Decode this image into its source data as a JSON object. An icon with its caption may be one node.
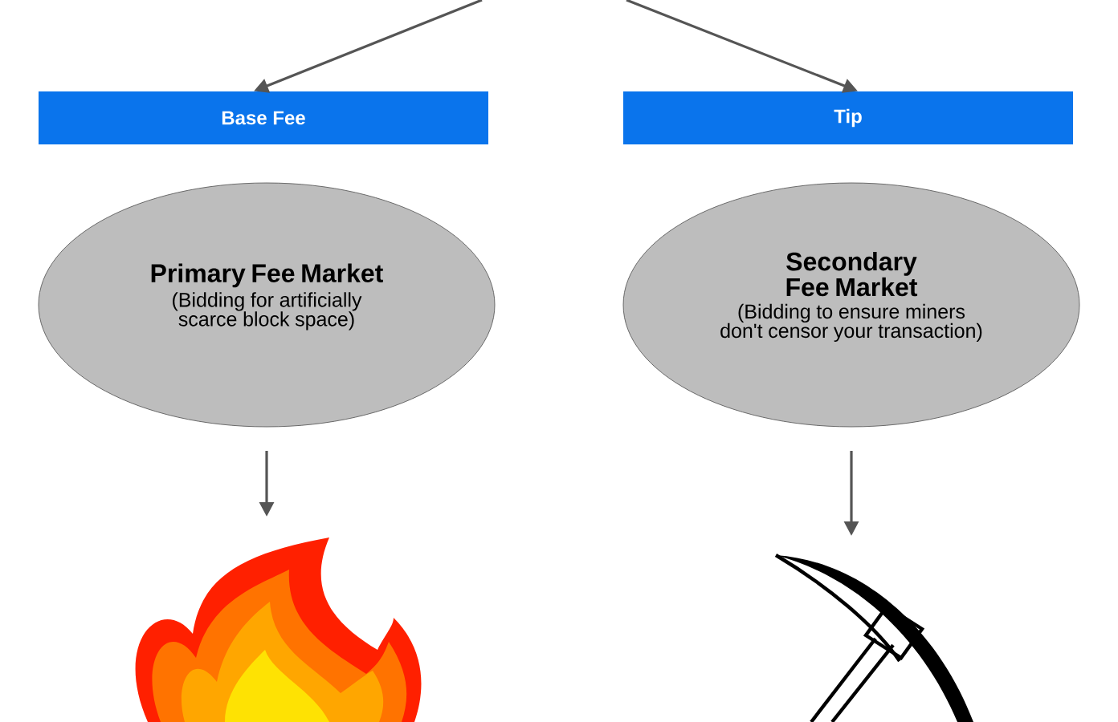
{
  "diagram": {
    "nodes": [
      {
        "text": [
          "Base Fee"
        ]
      },
      {
        "text": [
          "Tip"
        ]
      },
      {
        "text": [
          "Primary Fee Market",
          "(Bidding for artificially scarce block space)"
        ]
      },
      {
        "text": [
          "Secondary Fee Market",
          "(Bidding to ensure miners don't censor your transaction)"
        ]
      },
      {
        "text": [],
        "shape": "picture"
      },
      {
        "text": [],
        "shape": "picture"
      }
    ],
    "edges": [
      {
        "from": null,
        "to": 0,
        "arrow": "to"
      },
      {
        "from": null,
        "to": 1,
        "arrow": "to"
      },
      {
        "from": 2,
        "to": 4,
        "arrow": "to"
      },
      {
        "from": 3,
        "to": 5,
        "arrow": "to"
      }
    ]
  }
}
